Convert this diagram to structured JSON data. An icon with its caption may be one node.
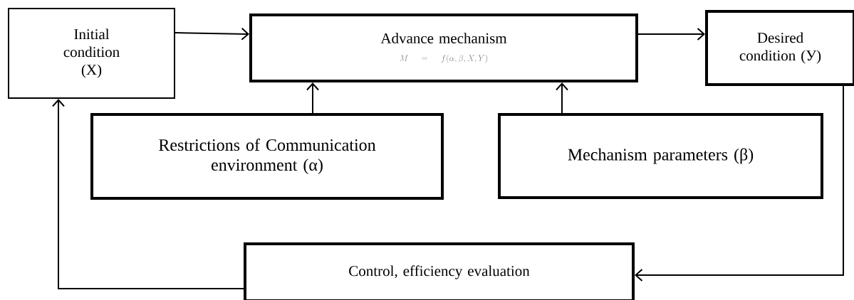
{
  "diagram": {
    "nodes": [
      {
        "text": [
          "Initial condition (X)"
        ]
      },
      {
        "text": [
          "Advance mechanism",
          "M = f(\\alpha, \\beta, X, Y)"
        ]
      },
      {
        "text": [
          "Desired condition (У)"
        ]
      },
      {
        "text": [
          "Restrictions of Communication environment (α)"
        ]
      },
      {
        "text": [
          "Mechanism parameters (β)"
        ]
      },
      {
        "text": [
          "Control, efficiency evaluation"
        ]
      }
    ],
    "edges": [
      {
        "from": 0,
        "to": 1,
        "arrow": "to"
      },
      {
        "from": 1,
        "to": 2,
        "arrow": "to"
      },
      {
        "from": 3,
        "to": 1,
        "arrow": "to"
      },
      {
        "from": 4,
        "to": 1,
        "arrow": "to"
      },
      {
        "from": 2,
        "to": 5,
        "arrow": "to"
      },
      {
        "from": 5,
        "to": 0,
        "arrow": "to"
      }
    ]
  }
}
